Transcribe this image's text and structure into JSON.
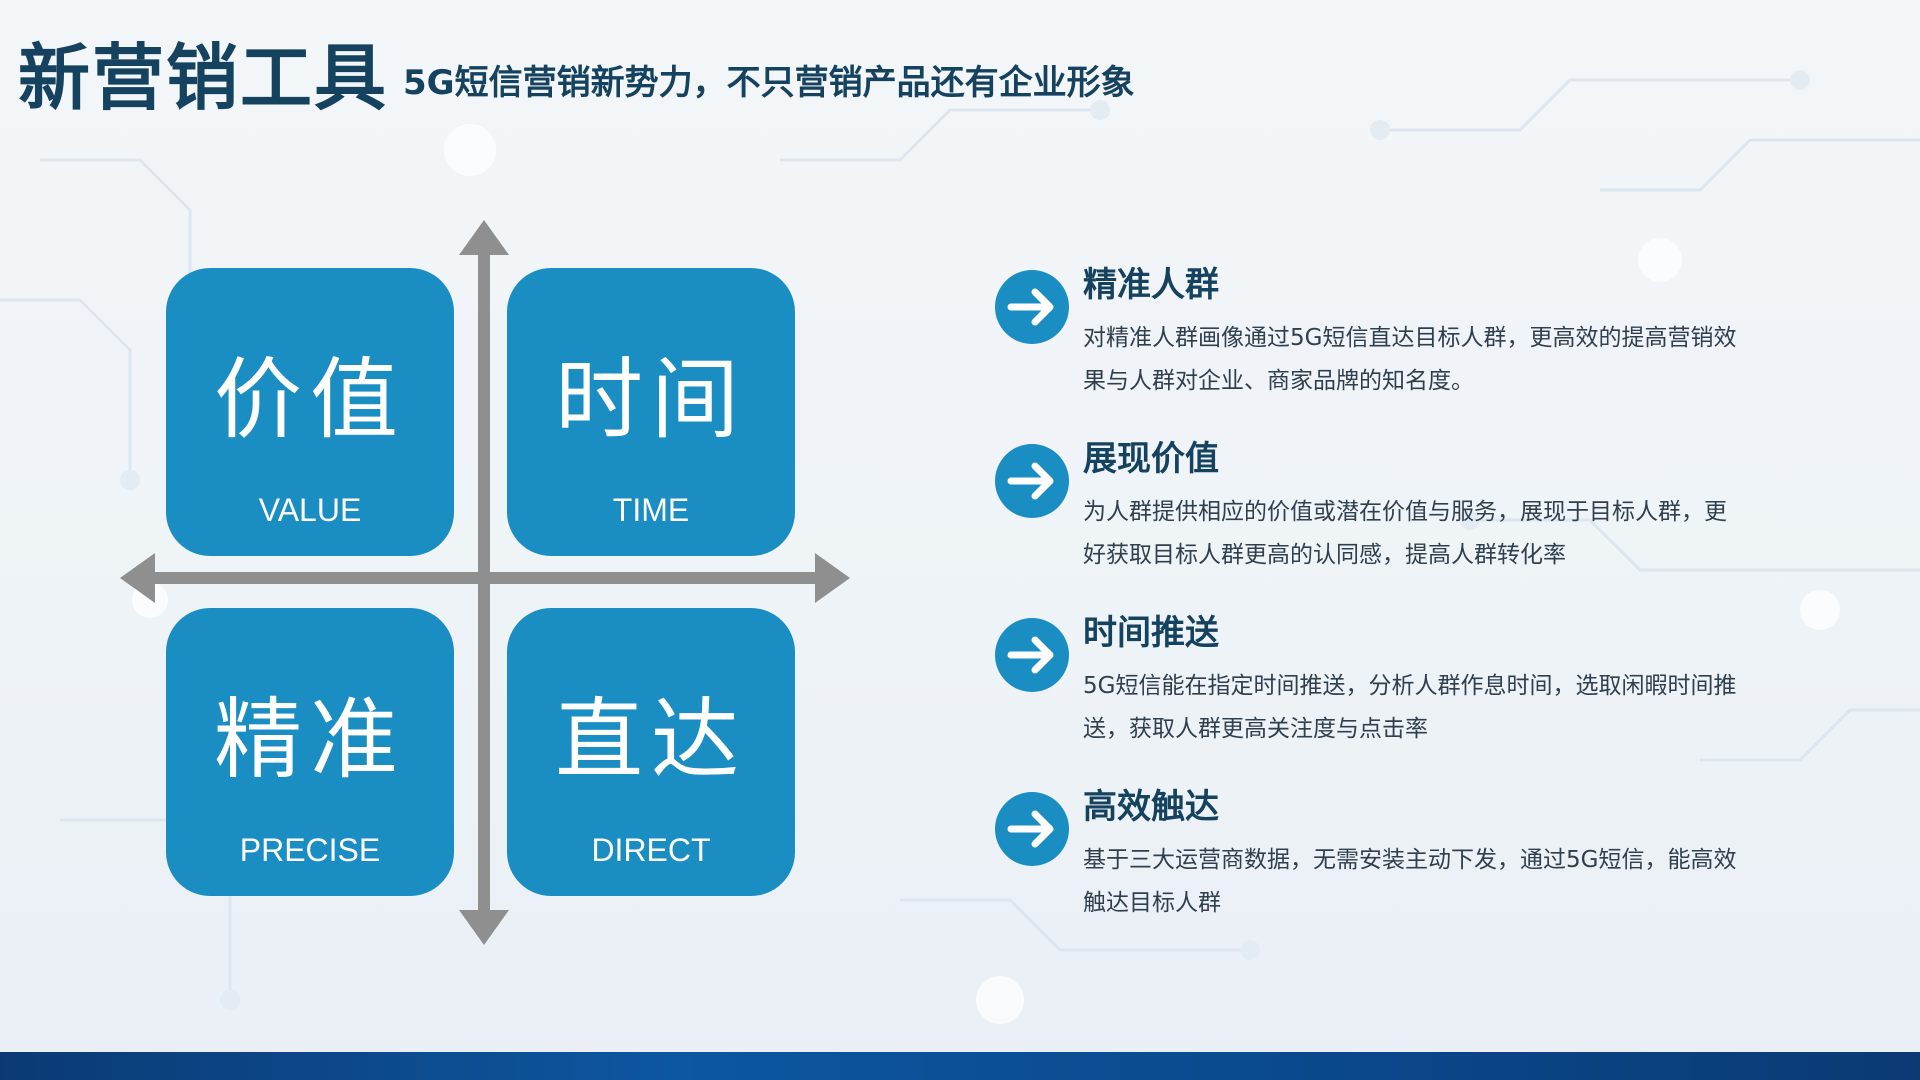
{
  "header": {
    "title": "新营销工具",
    "subtitle": "5G短信营销新势力，不只营销产品还有企业形象"
  },
  "matrix": {
    "tiles": [
      {
        "cn": "价值",
        "en": "VALUE"
      },
      {
        "cn": "时间",
        "en": "TIME"
      },
      {
        "cn": "精准",
        "en": "PRECISE"
      },
      {
        "cn": "直达",
        "en": "DIRECT"
      }
    ]
  },
  "features": [
    {
      "title": "精准人群",
      "desc": "对精准人群画像通过5G短信直达目标人群，更高效的提高营销效果与人群对企业、商家品牌的知名度。",
      "icon": "arrow-right-circle-icon"
    },
    {
      "title": "展现价值",
      "desc": "为人群提供相应的价值或潜在价值与服务，展现于目标人群，更好获取目标人群更高的认同感，提高人群转化率",
      "icon": "arrow-right-circle-icon"
    },
    {
      "title": "时间推送",
      "desc": "5G短信能在指定时间推送，分析人群作息时间，选取闲暇时间推送，获取人群更高关注度与点击率",
      "icon": "arrow-right-circle-icon"
    },
    {
      "title": "高效触达",
      "desc": "基于三大运营商数据，无需安装主动下发，通过5G短信，能高效触达目标人群",
      "icon": "arrow-right-circle-icon"
    }
  ],
  "colors": {
    "primary": "#1a8dc3",
    "heading": "#15425f",
    "axis": "#8f8f8f",
    "band": "#0d56a0"
  }
}
